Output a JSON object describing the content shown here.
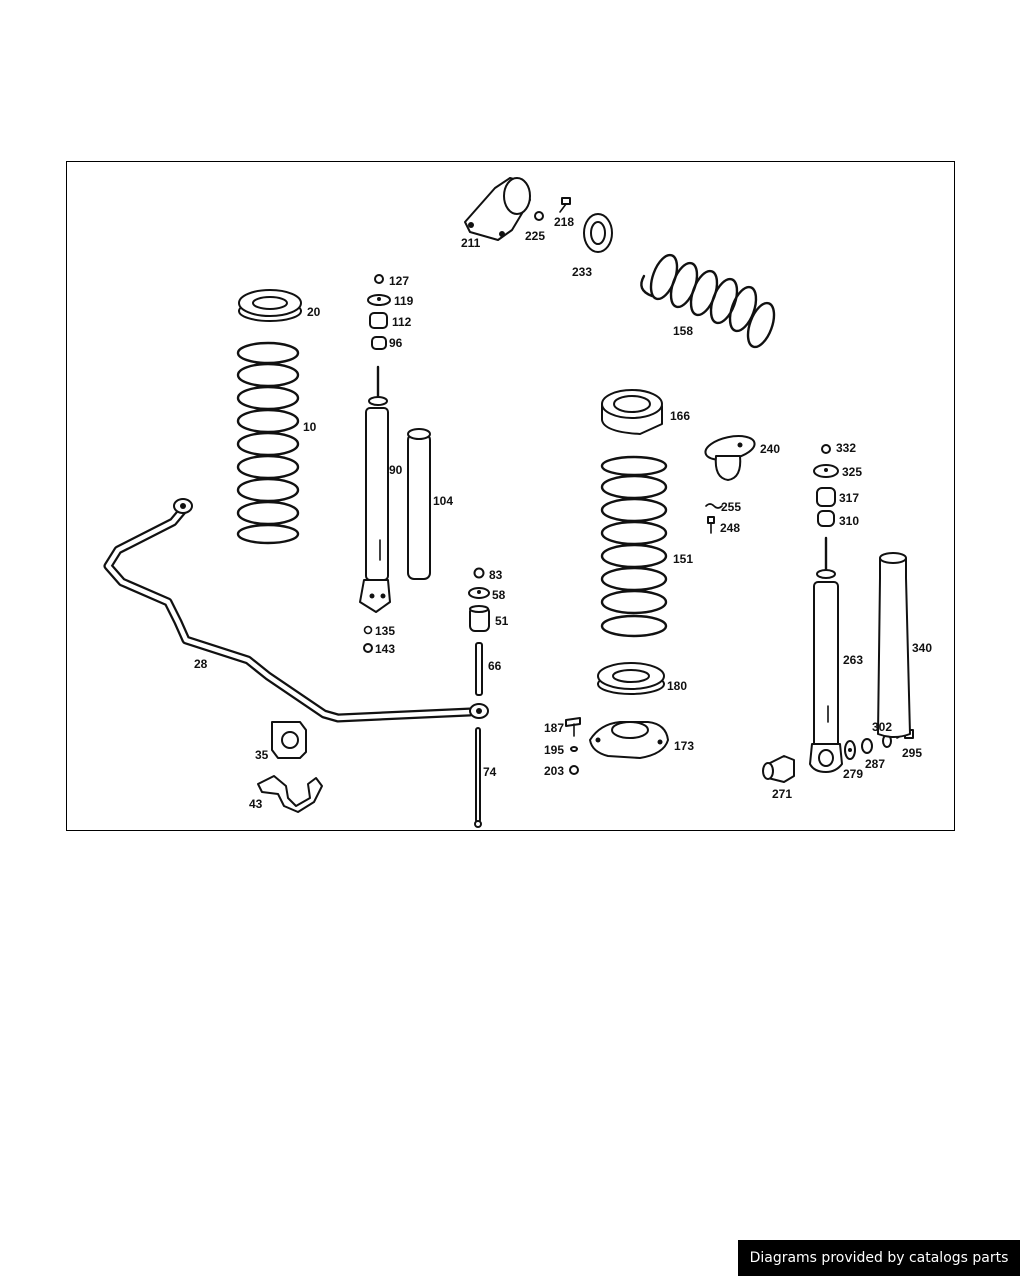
{
  "footer": {
    "text": "Diagrams provided by catalogs parts"
  },
  "labels": {
    "10": "10",
    "20": "20",
    "28": "28",
    "35": "35",
    "43": "43",
    "51": "51",
    "58": "58",
    "66": "66",
    "74": "74",
    "83": "83",
    "90": "90",
    "96": "96",
    "104": "104",
    "112": "112",
    "119": "119",
    "127": "127",
    "135": "135",
    "143": "143",
    "151": "151",
    "158": "158",
    "166": "166",
    "173": "173",
    "180": "180",
    "187": "187",
    "195": "195",
    "203": "203",
    "211": "211",
    "218": "218",
    "225": "225",
    "233": "233",
    "240": "240",
    "248": "248",
    "255": "255",
    "263": "263",
    "271": "271",
    "279": "279",
    "287": "287",
    "295": "295",
    "302": "302",
    "310": "310",
    "317": "317",
    "325": "325",
    "332": "332",
    "340": "340"
  }
}
